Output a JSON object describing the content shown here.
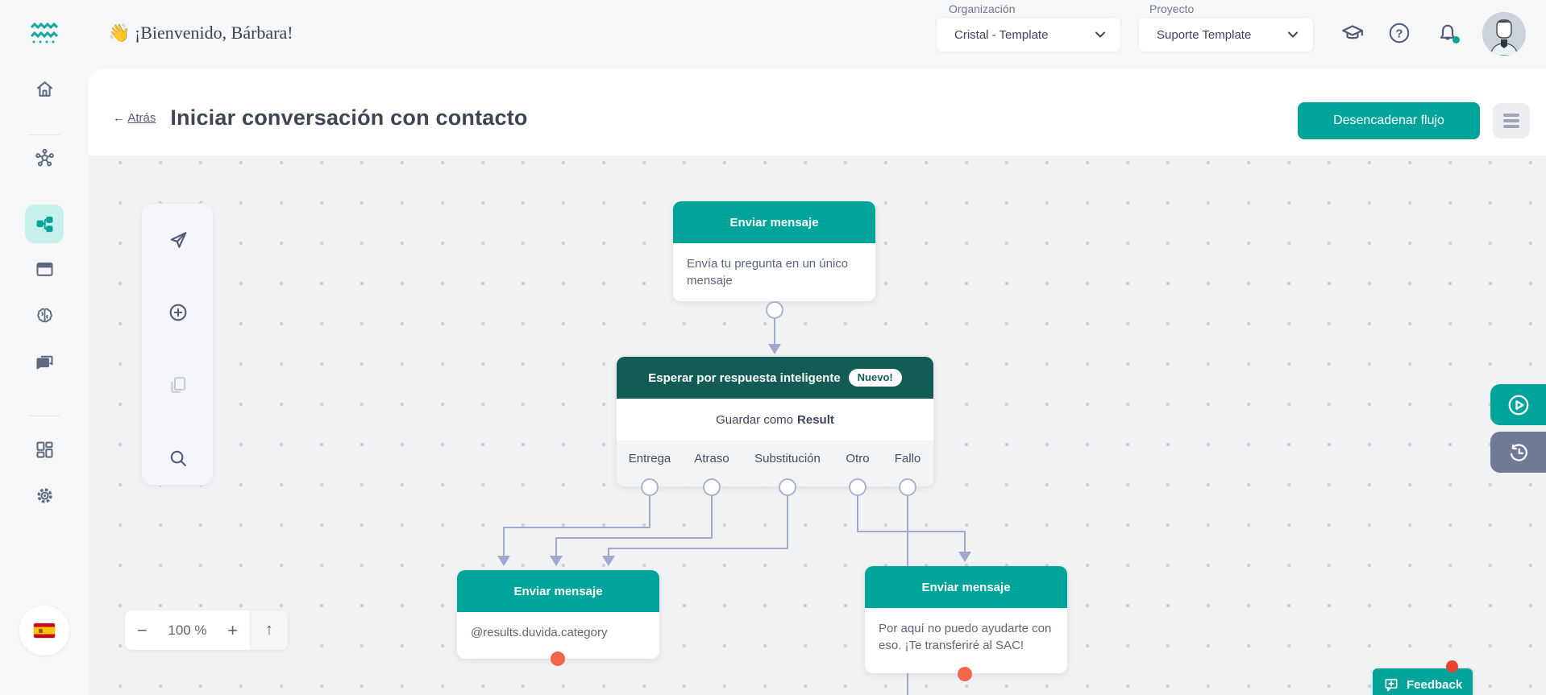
{
  "colors": {
    "teal": "#00A49B",
    "dark_teal": "#135C56",
    "wire": "#9FA9CC",
    "exit_red": "#F4664A"
  },
  "topbar": {
    "welcome": "👋 ¡Bienvenido, Bárbara!",
    "organization": {
      "label": "Organización",
      "value": "Cristal - Template"
    },
    "project": {
      "label": "Proyecto",
      "value": "Suporte Template"
    }
  },
  "page_header": {
    "back_arrow": "←",
    "back_label": "Atrás",
    "title": "Iniciar conversación con contacto",
    "trigger_button": "Desencadenar flujo"
  },
  "flow": {
    "send_question": {
      "title": "Enviar mensaje",
      "body": "Envía tu pregunta en un único mensaje"
    },
    "smart_wait": {
      "title": "Esperar por respuesta inteligente",
      "badge": "Nuevo!",
      "save_prefix": "Guardar como",
      "save_name": "Result",
      "categories": [
        "Entrega",
        "Atraso",
        "Substitución",
        "Otro",
        "Fallo"
      ]
    },
    "send_category": {
      "title": "Enviar mensaje",
      "body": "@results.duvida.category"
    },
    "send_transfer": {
      "title": "Enviar mensaje",
      "body": "Por aquí no puedo ayudarte con eso. ¡Te transferiré al SAC!"
    }
  },
  "controls": {
    "zoom_value": "100 %",
    "zoom_out": "−",
    "zoom_in": "+",
    "collapse_arrow": "↑"
  },
  "help_icon_glyph": "?",
  "feedback": {
    "label": "Feedback"
  }
}
